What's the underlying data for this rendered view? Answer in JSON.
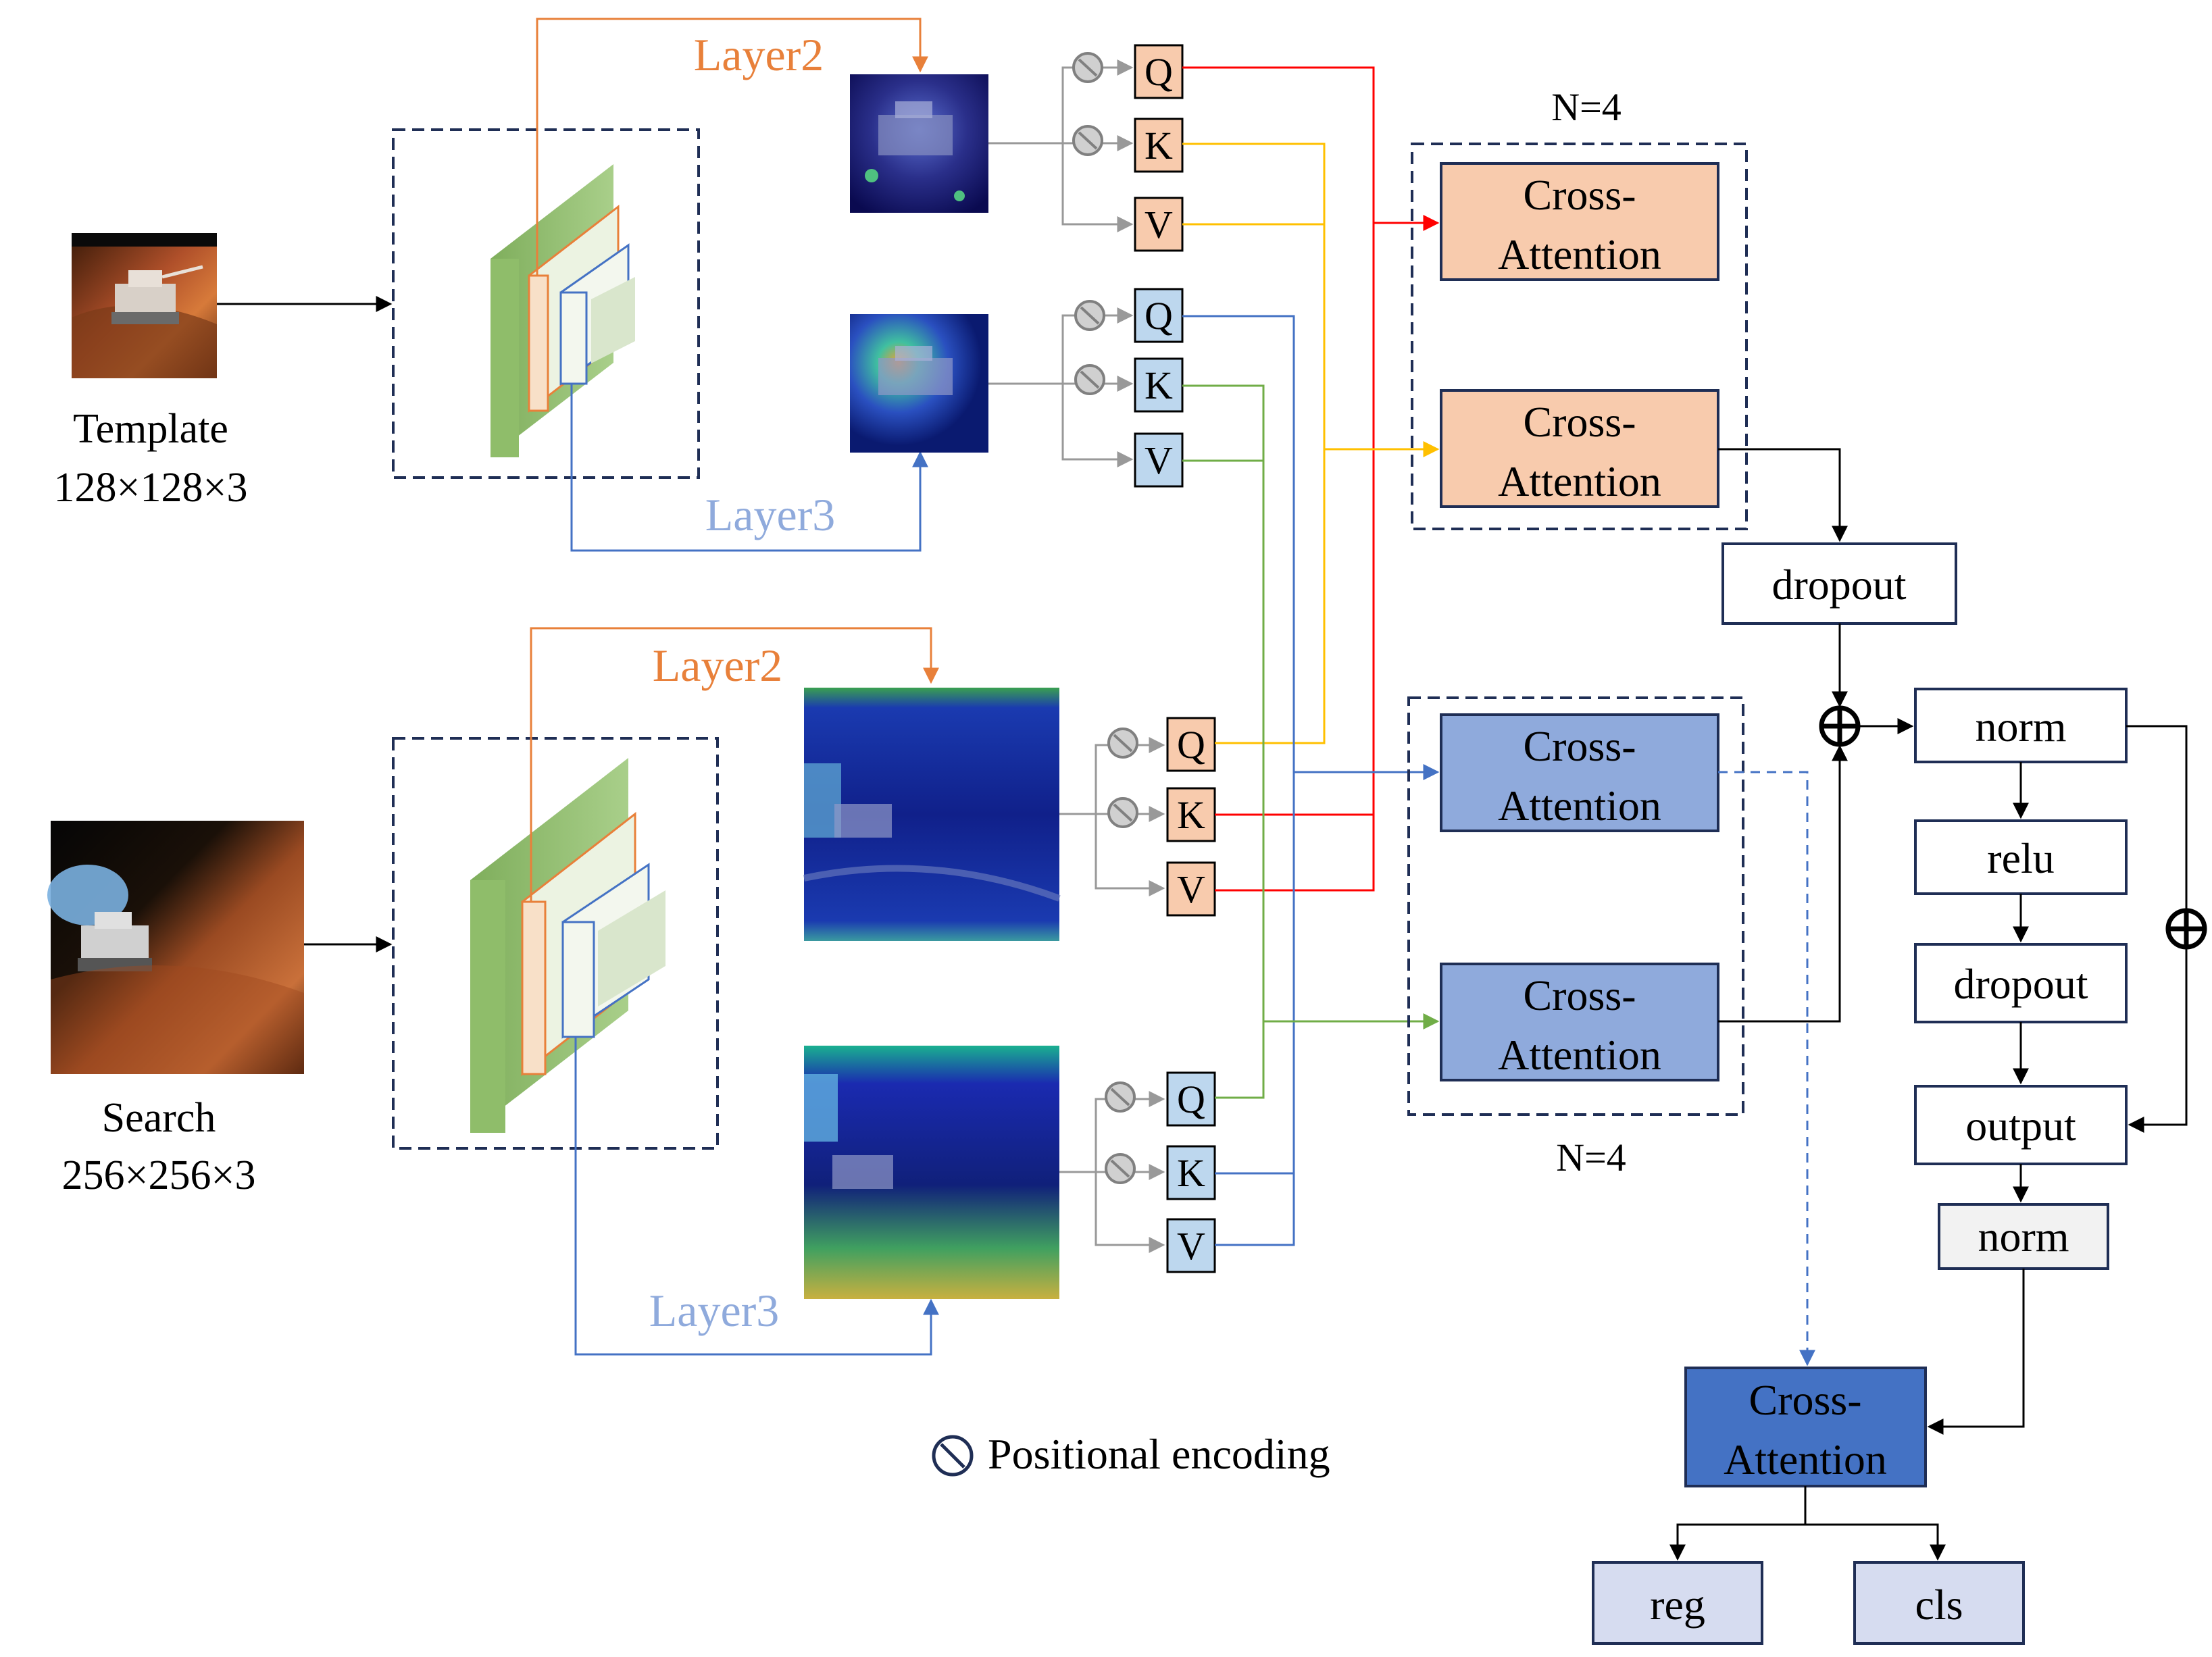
{
  "template": {
    "label": "Template",
    "size": "128×128×3"
  },
  "search": {
    "label": "Search",
    "size": "256×256×3"
  },
  "layers": {
    "layer2": "Layer2",
    "layer3": "Layer3"
  },
  "qkv": {
    "q": "Q",
    "k": "K",
    "v": "V"
  },
  "n_top": "N=4",
  "n_bottom": "N=4",
  "cross_attention": {
    "line1": "Cross-",
    "line2": "Attention"
  },
  "ffn": {
    "dropout1": "dropout",
    "norm1": "norm",
    "relu": "relu",
    "dropout2": "dropout",
    "output": "output",
    "norm2": "norm"
  },
  "heads": {
    "reg": "reg",
    "cls": "cls"
  },
  "legend": {
    "positional_encoding": "Positional encoding"
  },
  "colors": {
    "orange": "#e8803a",
    "blue": "#4472c4",
    "layer3_text": "#8faadc",
    "red": "#ff0000",
    "yellow": "#ffc000",
    "green": "#70ad47",
    "navy": "#1f2e55",
    "cross_orange_fill": "#f8cbad",
    "cross_blue_fill": "#8faadc",
    "qkv_orange_fill": "#f8cbad",
    "qkv_blue_fill": "#bdd7ee",
    "head_fill": "#d6dcf0",
    "norm_fill": "#f2f2f2"
  }
}
